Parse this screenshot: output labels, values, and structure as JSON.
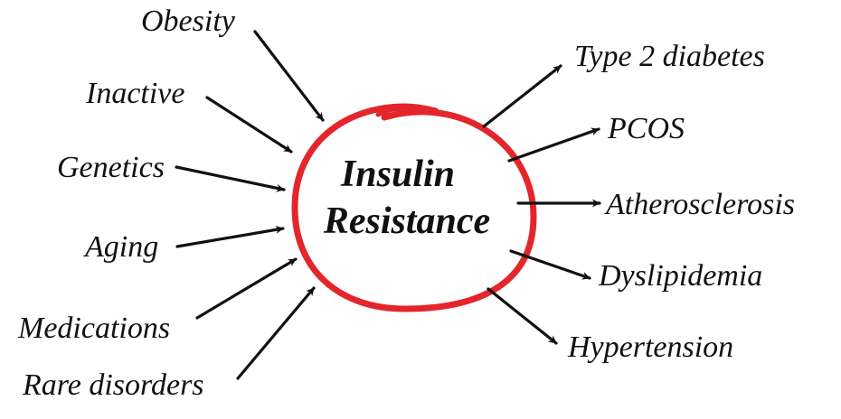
{
  "center": {
    "line1": "Insulin",
    "line2": "Resistance"
  },
  "causes": [
    "Obesity",
    "Inactive",
    "Genetics",
    "Aging",
    "Medications",
    "Rare disorders"
  ],
  "consequences": [
    "Type 2 diabetes",
    "PCOS",
    "Atherosclerosis",
    "Dyslipidemia",
    "Hypertension"
  ],
  "colors": {
    "ring": "#e3262b",
    "text": "#111111",
    "arrows": "#111111",
    "background": "#ffffff"
  }
}
